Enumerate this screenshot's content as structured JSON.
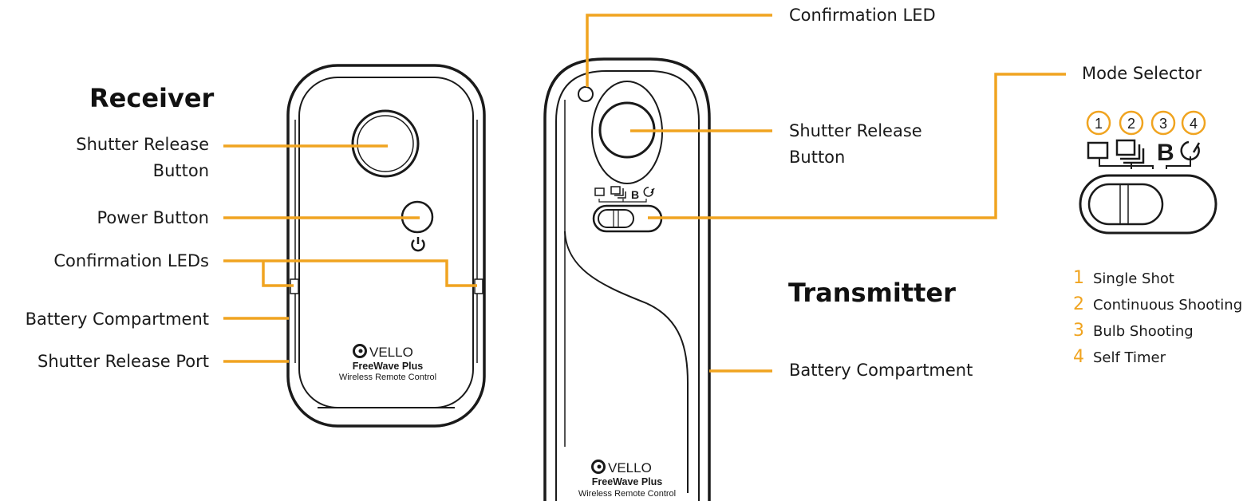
{
  "colors": {
    "accent": "#f0a420",
    "outline": "#1a1a1a"
  },
  "receiver": {
    "title": "Receiver",
    "labels": {
      "shutter_release_line1": "Shutter Release",
      "shutter_release_line2": "Button",
      "power_button": "Power Button",
      "confirmation_leds": "Confirmation LEDs",
      "battery_compartment": "Battery Compartment",
      "shutter_release_port": "Shutter Release Port"
    },
    "brand": "VELLO",
    "product": "FreeWave Plus",
    "subtitle": "Wireless Remote Control"
  },
  "transmitter": {
    "title": "Transmitter",
    "labels": {
      "confirmation_led": "Confirmation LED",
      "shutter_release_line1": "Shutter Release",
      "shutter_release_line2": "Button",
      "battery_compartment": "Battery Compartment",
      "mode_selector": "Mode Selector"
    },
    "brand": "VELLO",
    "product": "FreeWave Plus",
    "subtitle": "Wireless Remote Control"
  },
  "mode_selector": {
    "numbers": [
      "1",
      "2",
      "3",
      "4"
    ],
    "mode_icons": [
      "single-frame-icon",
      "multi-frame-icon",
      "bulb-b-icon",
      "self-timer-icon"
    ],
    "bulb_glyph": "B",
    "modes": [
      {
        "number": "1",
        "label": "Single Shot"
      },
      {
        "number": "2",
        "label": "Continuous Shooting"
      },
      {
        "number": "3",
        "label": "Bulb Shooting"
      },
      {
        "number": "4",
        "label": "Self Timer"
      }
    ]
  }
}
